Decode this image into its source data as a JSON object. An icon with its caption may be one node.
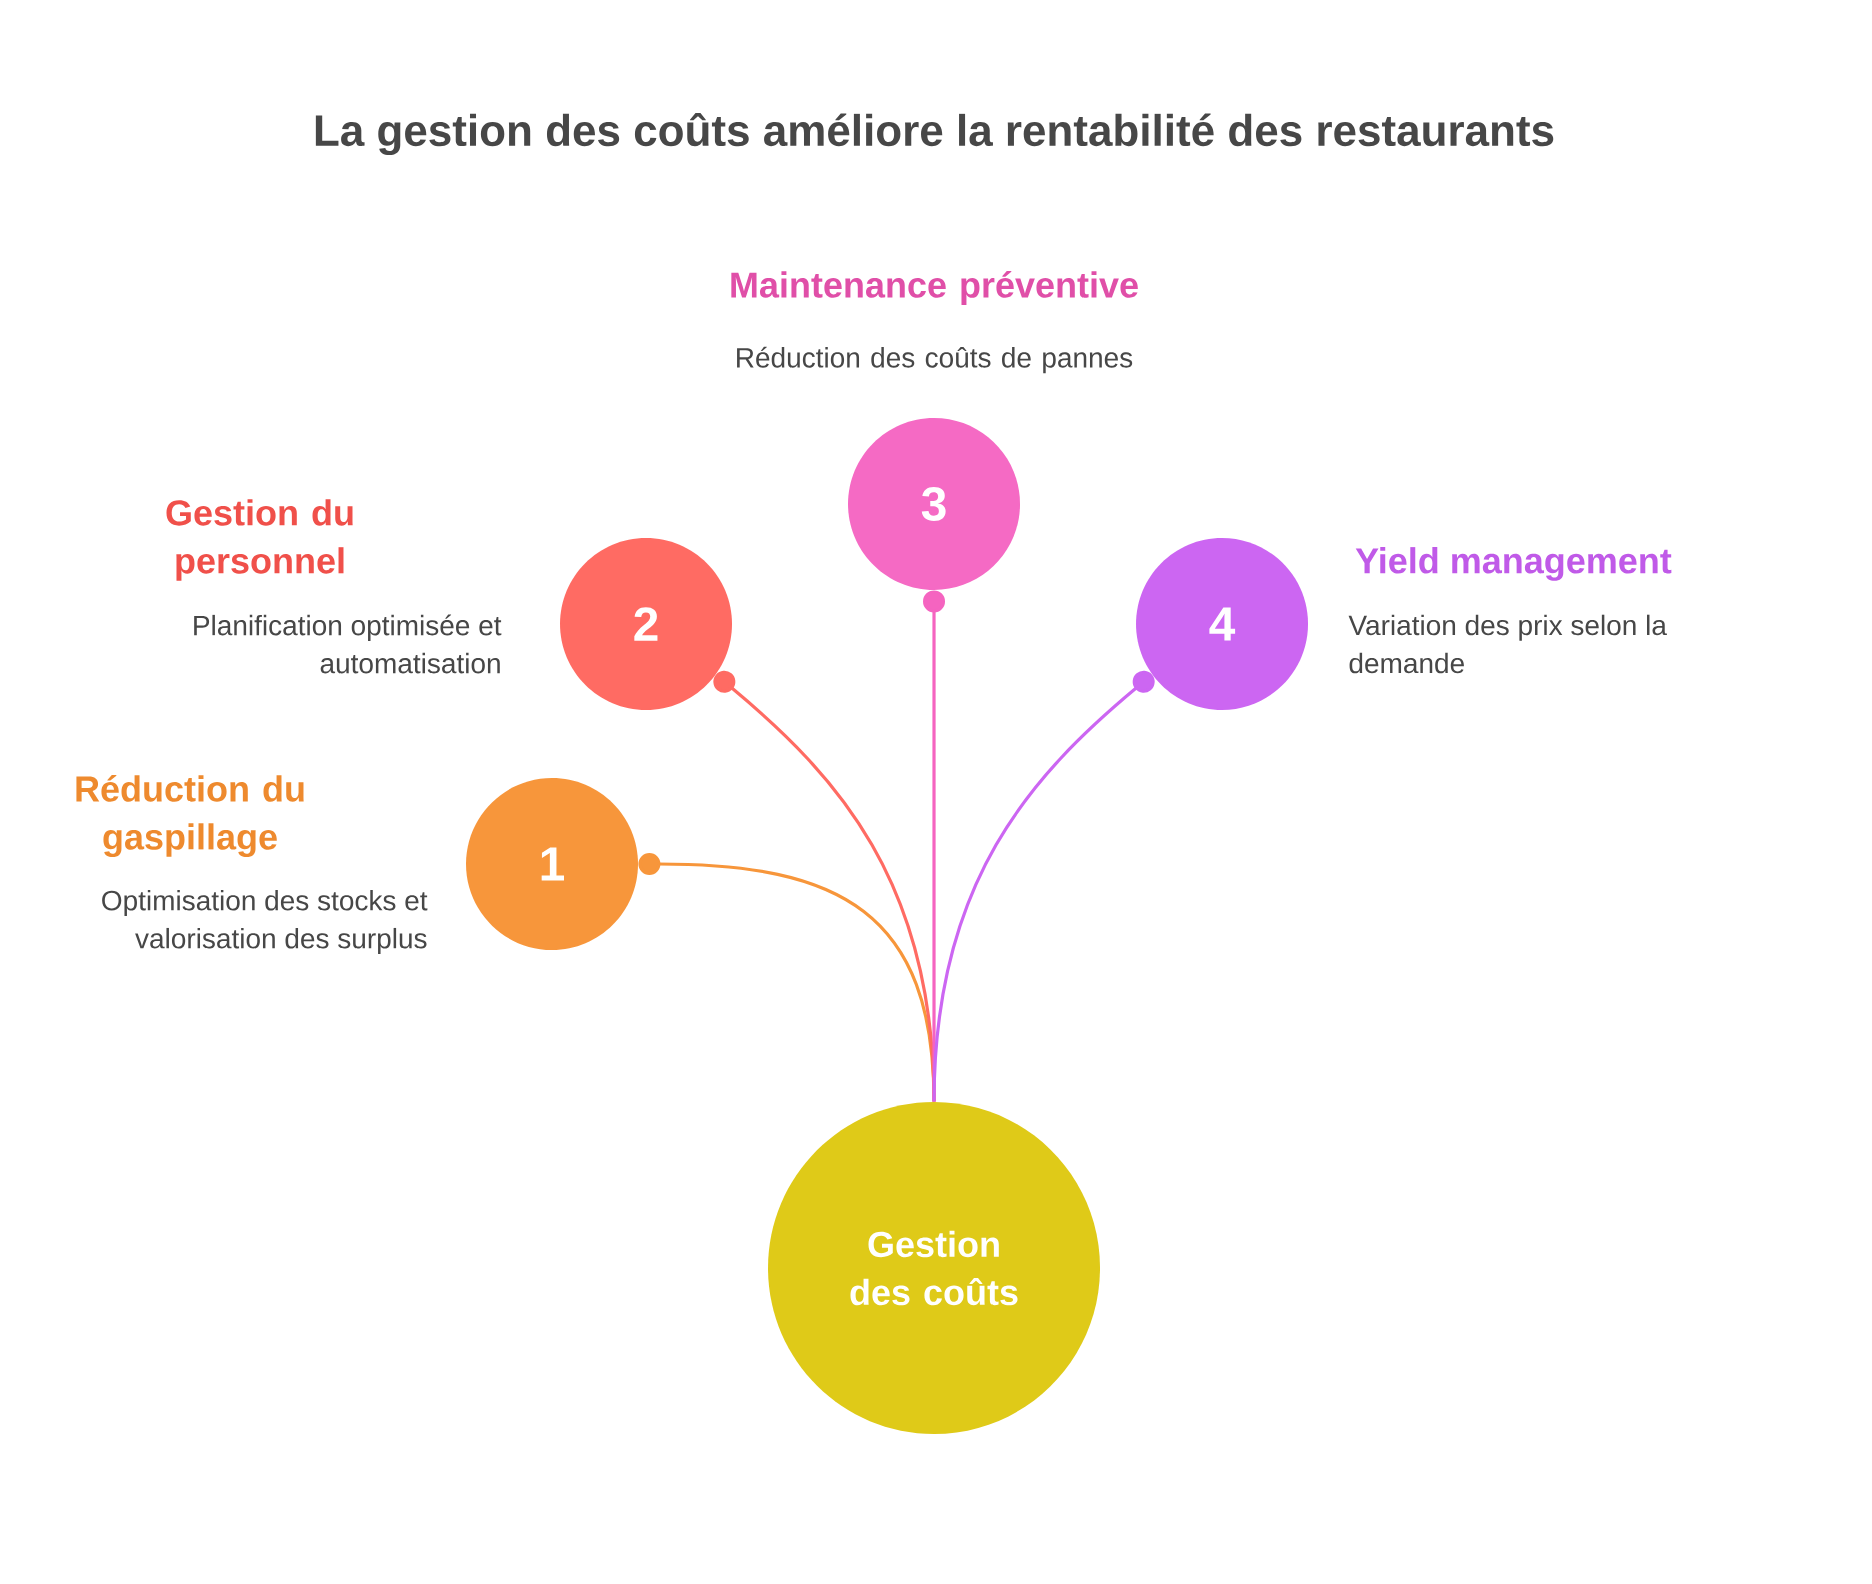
{
  "diagram": {
    "title": "La gestion des coûts améliore la rentabilité des restaurants",
    "nodes": [
      {
        "text": [
          "Gestion des coûts"
        ]
      },
      {
        "text": [
          "1",
          "Réduction du gaspillage",
          "Optimisation des stocks et valorisation des surplus"
        ]
      },
      {
        "text": [
          "2",
          "Gestion du personnel",
          "Planification optimisée et automatisation"
        ]
      },
      {
        "text": [
          "Maintenance préventive",
          "Réduction des coûts de pannes",
          "3"
        ]
      },
      {
        "text": [
          "4",
          "Yield management",
          "Variation des prix selon la demande"
        ]
      }
    ],
    "edges": [
      {
        "from": 0,
        "to": 1,
        "arrow": "other",
        "color": "#f7963b"
      },
      {
        "from": 0,
        "to": 2,
        "arrow": "other",
        "color": "#ff6b63"
      },
      {
        "from": 0,
        "to": 3,
        "arrow": "other",
        "color": "#f564c0"
      },
      {
        "from": 0,
        "to": 4,
        "arrow": "other",
        "color": "#cc66f2"
      }
    ]
  }
}
